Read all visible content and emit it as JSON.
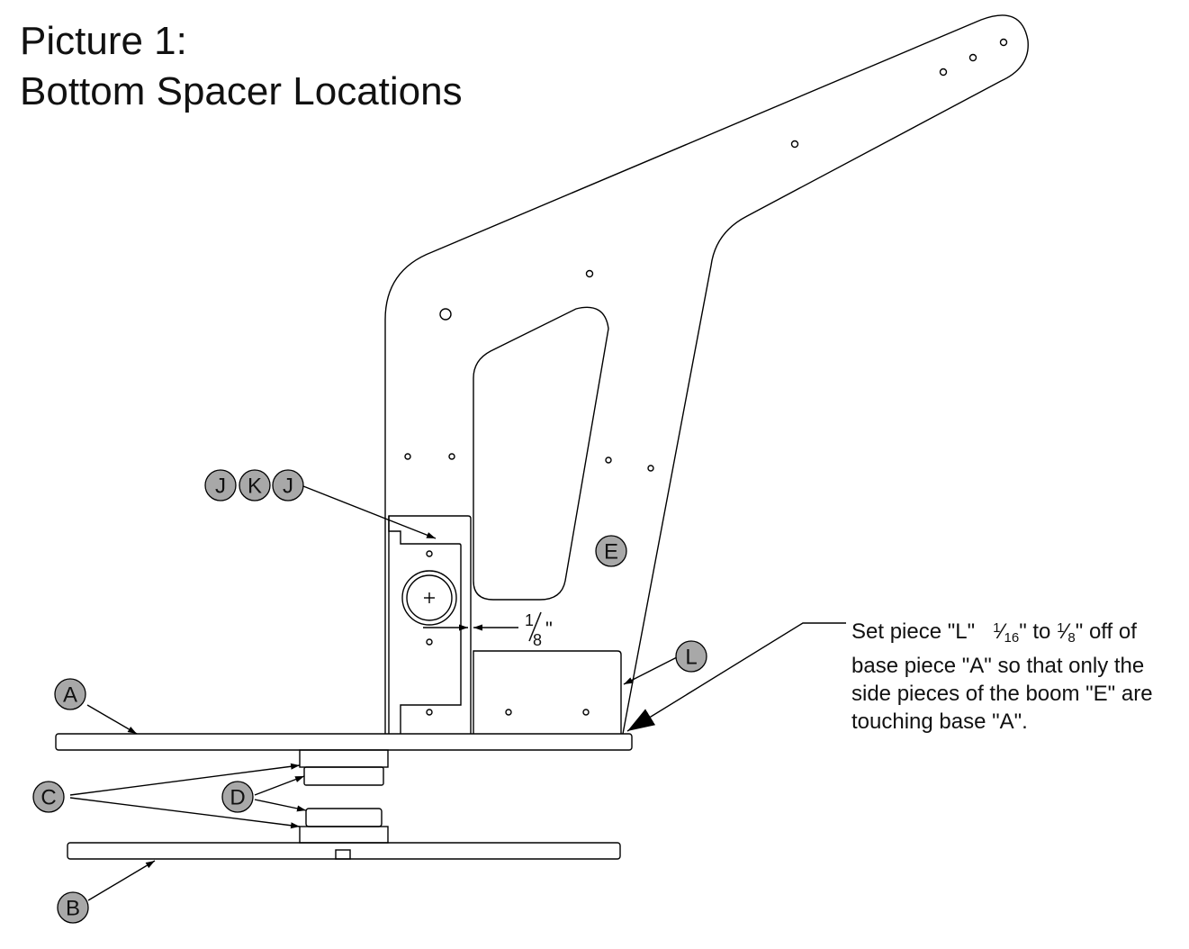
{
  "title": {
    "line1": "Picture 1:",
    "line2": "Bottom Spacer Locations"
  },
  "labels": {
    "A": "A",
    "B": "B",
    "C": "C",
    "D": "D",
    "E": "E",
    "J1": "J",
    "K": "K",
    "J2": "J",
    "L": "L"
  },
  "dimension": {
    "whole": "1",
    "den": "8",
    "unit": "\""
  },
  "note": {
    "line1_a": "Set piece \"L\"",
    "frac1_num": "1",
    "frac1_den": "16",
    "line1_b": "\" to ",
    "frac2_num": "1",
    "frac2_den": "8",
    "line1_c": "\" off of",
    "line2": "base piece \"A\" so that only the",
    "line3": "side pieces of the boom \"E\" are",
    "line4": "touching base \"A\"."
  }
}
